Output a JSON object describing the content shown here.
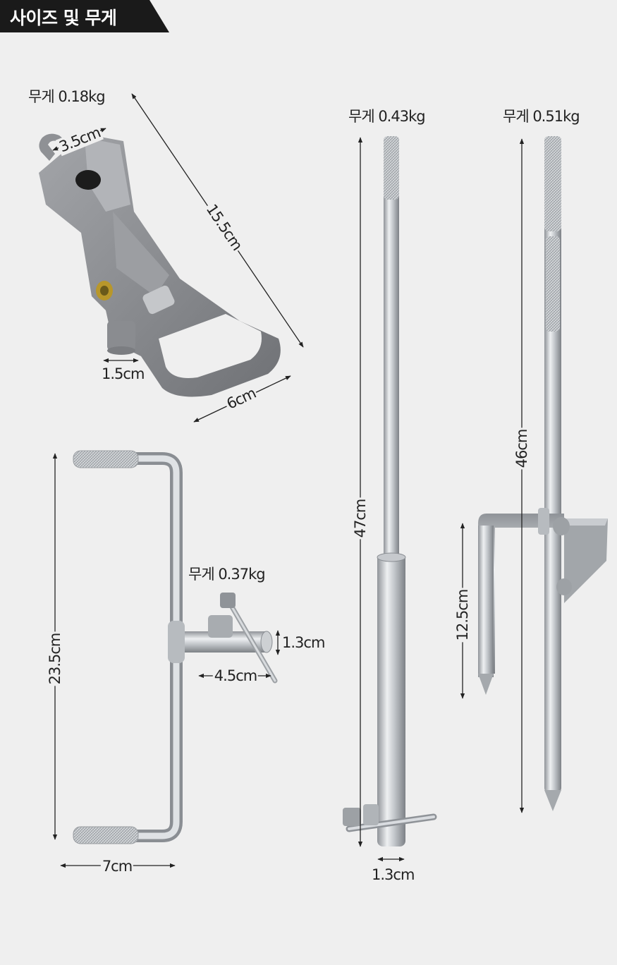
{
  "header": {
    "title": "사이즈 및 무게"
  },
  "items": {
    "rod_holder": {
      "weight": "무게 0.18kg",
      "dim_width_top": "3.5cm",
      "dim_length": "15.5cm",
      "dim_base": "1.5cm",
      "dim_width": "6cm"
    },
    "rest_bracket": {
      "weight": "무게 0.37kg",
      "dim_height": "23.5cm",
      "dim_width": "7cm",
      "dim_tube_dia": "1.3cm",
      "dim_tube_len": "4.5cm"
    },
    "stake_pole": {
      "weight": "무게 0.43kg",
      "dim_length": "47cm",
      "dim_dia": "1.3cm"
    },
    "ground_spike": {
      "weight": "무게 0.51kg",
      "dim_length": "46cm",
      "dim_spike": "12.5cm"
    }
  },
  "colors": {
    "header_bg": "#1a1a1a",
    "page_bg": "#efefef",
    "holder_gray": "#8d8f93",
    "metal": "#c9ccd0"
  }
}
